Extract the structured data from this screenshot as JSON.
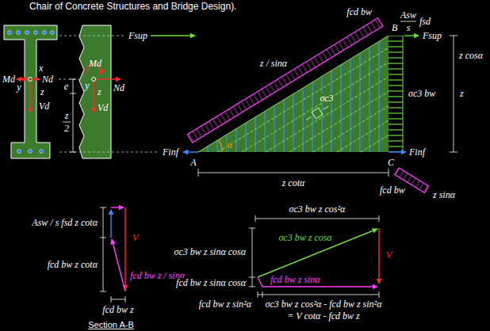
{
  "diagram": {
    "labels": [
      "Chair of Concrete Structures and Bridge Design).",
      "Md",
      "x",
      "y",
      "z",
      "Nd",
      "Vd",
      "Md",
      "y",
      "z",
      "Nd",
      "Vd",
      "e",
      "z",
      "2",
      "z / sinα",
      "fcd bw",
      "Asw",
      "s",
      "fsd",
      "Fsup",
      "Fsup",
      "B",
      "z cosα",
      "σc3 bw",
      "z",
      "σc3",
      "α",
      "A",
      "C",
      "Finf",
      "Finf",
      "fcd bw",
      "z sinα",
      "z cotα",
      "Asw / s fsd z cotα",
      "V",
      "fcd bw z / sinα",
      "fcd bw z cotα",
      "fcd bw z",
      "Section A-B",
      "σc3 bw z cos²α",
      "σc3 bw z sinα cosα",
      "σc3 bw z cosα",
      "V",
      "fcd bw z sinα",
      "fcd bw z sinα cosα",
      "fcd bw z sin²α",
      "σc3 bw z cos²α - fcd bw z sin²α",
      "= V cotα - fcd bw z"
    ]
  }
}
